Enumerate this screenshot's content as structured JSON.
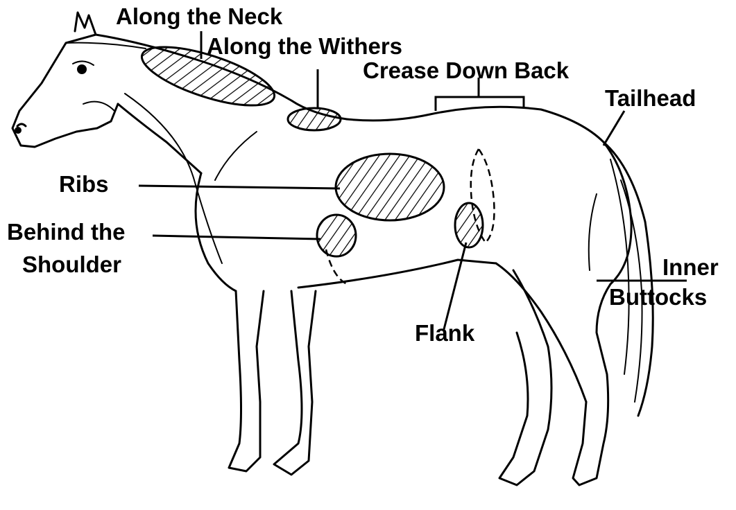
{
  "diagram": {
    "subject": "horse",
    "labels": {
      "neck": "Along the Neck",
      "withers": "Along the Withers",
      "back": "Crease Down Back",
      "tailhead": "Tailhead",
      "ribs": "Ribs",
      "shoulder_line1": "Behind the",
      "shoulder_line2": "Shoulder",
      "flank": "Flank",
      "buttocks_line1": "Inner",
      "buttocks_line2": "Buttocks"
    }
  }
}
